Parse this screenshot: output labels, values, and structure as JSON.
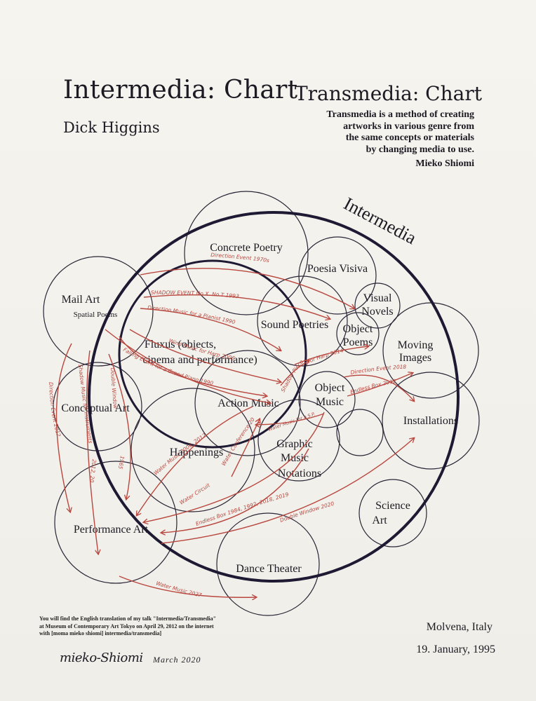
{
  "header": {
    "title_left": "Intermedia: Chart",
    "subtitle_left": "Dick Higgins",
    "title_right": "Transmedia: Chart",
    "description_lines": [
      "Transmedia is a method of creating",
      "artworks in various genre from",
      "the same concepts or materials",
      "by changing media to use."
    ],
    "author_right": "Mieko Shiomi"
  },
  "diagram": {
    "intermedia_label": "Intermedia",
    "circles": {
      "concrete_poetry": "Concrete Poetry",
      "poesia_visiva": "Poesia Visiva",
      "visual_novels_1": "Visual",
      "visual_novels_2": "Novels",
      "sound_poetries": "Sound Poetries",
      "object_poems_1": "Object",
      "object_poems_2": "Poems",
      "mail_art": "Mail Art",
      "spatial_poems": "Spatial Poems",
      "fluxus_1": "Fluxus (objects,",
      "fluxus_2": "cinema and performance)",
      "moving_images_1": "Moving",
      "moving_images_2": "Images",
      "object_music_1": "Object",
      "object_music_2": "Music",
      "installations": "Installations",
      "conceptual_art": "Conceptual Art",
      "action_music": "Action Music",
      "happenings": "Happenings",
      "graphic_music_1": "Graphic",
      "graphic_music_2": "Music",
      "graphic_music_3": "Notations",
      "science_art_1": "Science",
      "science_art_2": "Art",
      "performance_art": "Performance Art",
      "dance_theater": "Dance Theater"
    },
    "annotations": {
      "direction_event_1970s": "Direction Event 1970s",
      "shadow_event": "SHADOW EVENT    No.X. No.T 1993",
      "direction_music_pianist": "Direction Music for a Pianist 1990",
      "wind_music_harp": "Wind Music for Harp 2006",
      "falling_event": "Falling Event for a Grand Piano 1990",
      "for_harp": "for Harp 2014",
      "shadow_piece": "Shadow Piece",
      "direction_event_2018": "Direction Event 2018",
      "endless_box_2012": "Endless Box 2012",
      "water_music_sp": "Water Music for a S.P. Record 1965",
      "direction_event_2012": "Direction Event 2012",
      "shadow_music_instruments": "Shadow Music for instruments",
      "double_window": "Double Window",
      "year_1965": "1965",
      "year_2012_2020": "2012, 2020",
      "water_music_2006": "Water Music 2006, 2012",
      "water_conference": "Water Conference 2019",
      "water_circuit": "Water Circuit",
      "endless_box_years": "Endless Box 1984, 1992, 2018, 2019",
      "double_window_2020": "Double Window 2020",
      "water_music_2027": "Water Music 2027"
    }
  },
  "footer": {
    "footnote_lines": [
      "You will find the English translation of my talk \"Intermedia/Transmedia\"",
      "at Museum of Contemporary Art Tokyo on April 29, 2012 on the internet",
      "with [moma mieko shiomi] intermedia/transmedia]"
    ],
    "signature": "mieko-Shiomi",
    "signature_date": "March 2020",
    "location": "Molvena, Italy",
    "date": "19. January, 1995"
  },
  "colors": {
    "ink": "#1c1a22",
    "arrow_red": "#b8473f",
    "paper": "#f3f1ec"
  }
}
